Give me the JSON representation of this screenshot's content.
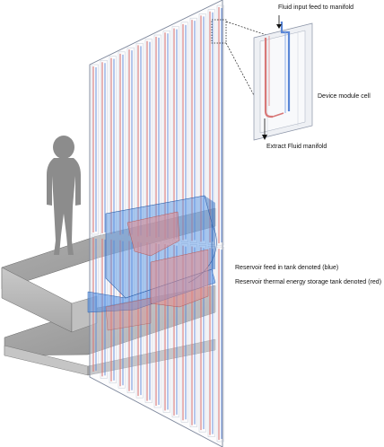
{
  "labels": {
    "fluid_input": "Fluid input feed to manifold",
    "device_module": "Device module cell",
    "extract_fluid": "Extract Fluid  manifold",
    "reservoir_feed": "Reservoir feed in tank denoted (blue)",
    "reservoir_storage": "Reservoir thermal energy storage tank denoted (red)"
  },
  "colors": {
    "panel_stroke": "#7a8499",
    "tube_red": "#d87878",
    "tube_blue": "#5a86d6",
    "tank_blue": "#4b8de3",
    "tank_red": "#e58a8a",
    "slab": "#9a9a9a",
    "figure": "#8c8c8c"
  },
  "figure_icon": "person-silhouette-icon",
  "callout": "dotted-zoom-callout"
}
